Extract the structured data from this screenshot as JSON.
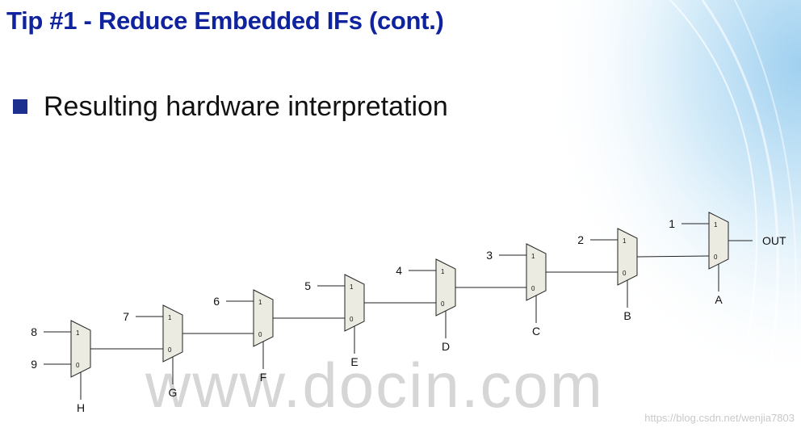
{
  "slide": {
    "title": "Tip #1 - Reduce Embedded IFs (cont.)",
    "bullet": "Resulting hardware interpretation"
  },
  "diagram": {
    "output_label": "OUT",
    "mux_input_label_top": "1",
    "mux_input_label_bottom": "0",
    "muxes": [
      {
        "select": "H",
        "in1": "8",
        "in0": "9"
      },
      {
        "select": "G",
        "in1": "7"
      },
      {
        "select": "F",
        "in1": "6"
      },
      {
        "select": "E",
        "in1": "5"
      },
      {
        "select": "D",
        "in1": "4"
      },
      {
        "select": "C",
        "in1": "3"
      },
      {
        "select": "B",
        "in1": "2"
      },
      {
        "select": "A",
        "in1": "1"
      }
    ]
  },
  "watermark": {
    "text": "www.docin.com",
    "credit": "https://blog.csdn.net/wenjia7803"
  },
  "colors": {
    "title": "#10239e",
    "bullet": "#1c2f8f",
    "mux_fill": "#ecebe1",
    "wire": "#222222",
    "watermark": "#cfcfcf"
  }
}
